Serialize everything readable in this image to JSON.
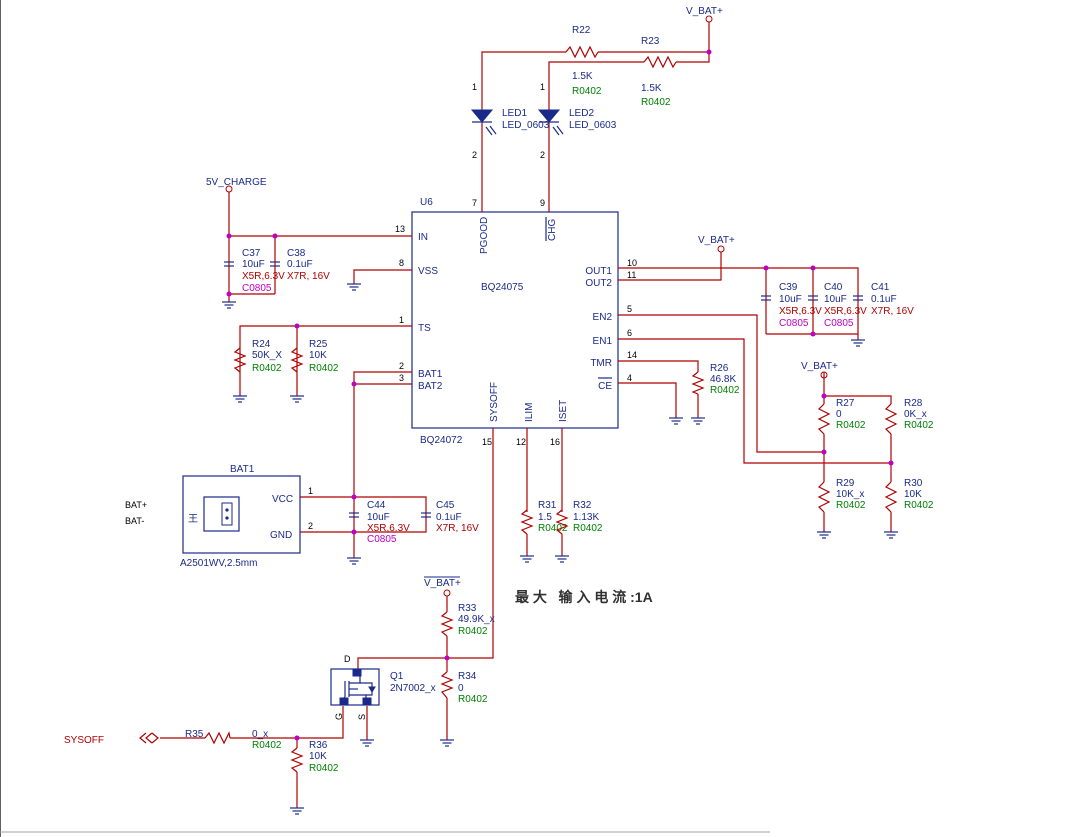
{
  "power": {
    "vbat_top": "V_BAT+",
    "vcharge": "5V_CHARGE",
    "vbat_out": "V_BAT+",
    "vbat_en": "V_BAT+",
    "vbat_sysoff": "V_BAT+"
  },
  "ic": {
    "ref": "U6",
    "part_inner": "BQ24075",
    "part_outer": "BQ24072",
    "pins": {
      "in": {
        "name": "IN",
        "num": "13"
      },
      "vss": {
        "name": "VSS",
        "num": "8"
      },
      "ts": {
        "name": "TS",
        "num": "1"
      },
      "bat1": {
        "name": "BAT1",
        "num": "2"
      },
      "bat2": {
        "name": "BAT2",
        "num": "3"
      },
      "out1": {
        "name": "OUT1",
        "num": "10"
      },
      "out2": {
        "name": "OUT2",
        "num": "11"
      },
      "en2": {
        "name": "EN2",
        "num": "5"
      },
      "en1": {
        "name": "EN1",
        "num": "6"
      },
      "tmr": {
        "name": "TMR",
        "num": "14"
      },
      "ce": {
        "name": "CE",
        "num": "4"
      },
      "pgood": {
        "name": "PGOOD",
        "num": "7"
      },
      "chg": {
        "name": "CHG",
        "num": "9"
      },
      "sysoff": {
        "name": "SYSOFF",
        "num": "15"
      },
      "ilim": {
        "name": "ILIM",
        "num": "12"
      },
      "iset": {
        "name": "ISET",
        "num": "16"
      }
    }
  },
  "components": {
    "R22": {
      "ref": "R22",
      "value": "1.5K",
      "pkg": "R0402"
    },
    "R23": {
      "ref": "R23",
      "value": "1.5K",
      "pkg": "R0402"
    },
    "LED1": {
      "ref": "LED1",
      "value": "LED_0603",
      "pin1": "1",
      "pin2": "2"
    },
    "LED2": {
      "ref": "LED2",
      "value": "LED_0603",
      "pin1": "1",
      "pin2": "2"
    },
    "C37": {
      "ref": "C37",
      "value": "10uF",
      "spec": "X5R,6.3V",
      "pkg": "C0805"
    },
    "C38": {
      "ref": "C38",
      "value": "0.1uF",
      "spec": "X7R, 16V"
    },
    "R24": {
      "ref": "R24",
      "value": "50K_X",
      "pkg": "R0402"
    },
    "R25": {
      "ref": "R25",
      "value": "10K",
      "pkg": "R0402"
    },
    "C39": {
      "ref": "C39",
      "value": "10uF",
      "spec": "X5R,6.3V",
      "pkg": "C0805"
    },
    "C40": {
      "ref": "C40",
      "value": "10uF",
      "spec": "X5R,6.3V",
      "pkg": "C0805"
    },
    "C41": {
      "ref": "C41",
      "value": "0.1uF",
      "spec": "X7R, 16V"
    },
    "R26": {
      "ref": "R26",
      "value": "46.8K",
      "pkg": "R0402"
    },
    "R27": {
      "ref": "R27",
      "value": "0",
      "pkg": "R0402"
    },
    "R28": {
      "ref": "R28",
      "value": "0K_x",
      "pkg": "R0402"
    },
    "R29": {
      "ref": "R29",
      "value": "10K_x",
      "pkg": "R0402"
    },
    "R30": {
      "ref": "R30",
      "value": "10K",
      "pkg": "R0402"
    },
    "R31": {
      "ref": "R31",
      "value": "1.5",
      "pkg": "R0402"
    },
    "R32": {
      "ref": "R32",
      "value": "1.13K",
      "pkg": "R0402"
    },
    "C44": {
      "ref": "C44",
      "value": "10uF",
      "spec": "X5R,6.3V",
      "pkg": "C0805"
    },
    "C45": {
      "ref": "C45",
      "value": "0.1uF",
      "spec": "X7R, 16V"
    },
    "R33": {
      "ref": "R33",
      "value": "49.9K_x",
      "pkg": "R0402"
    },
    "R34": {
      "ref": "R34",
      "value": "0",
      "pkg": "R0402"
    },
    "R35": {
      "ref": "R35",
      "value": "0_x",
      "pkg": "R0402"
    },
    "R36": {
      "ref": "R36",
      "value": "10K",
      "pkg": "R0402"
    },
    "Q1": {
      "ref": "Q1",
      "value": "2N7002_x",
      "d": "D",
      "g": "G",
      "s": "S"
    }
  },
  "battery": {
    "ref": "BAT1",
    "part": "A2501WV,2.5mm",
    "vcc": "VCC",
    "gnd": "GND",
    "pin1": "1",
    "pin2": "2",
    "net_pos": "BAT+",
    "net_neg": "BAT-",
    "symbol_char": "王"
  },
  "nets": {
    "sysoff_port": "SYSOFF"
  },
  "annotation": {
    "max_current": "最 大   输 入 电 流 :1A"
  }
}
